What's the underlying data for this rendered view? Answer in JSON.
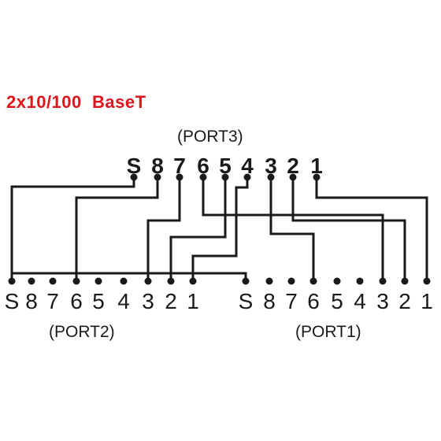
{
  "title": "2x10/100  BaseT",
  "port3": {
    "label": "(PORT3)",
    "pins": [
      "S",
      "8",
      "7",
      "6",
      "5",
      "4",
      "3",
      "2",
      "1"
    ]
  },
  "port2": {
    "label": "(PORT2)",
    "pins": [
      "S",
      "8",
      "7",
      "6",
      "5",
      "4",
      "3",
      "2",
      "1"
    ]
  },
  "port1": {
    "label": "(PORT1)",
    "pins": [
      "S",
      "8",
      "7",
      "6",
      "5",
      "4",
      "3",
      "2",
      "1"
    ]
  },
  "connections": [
    {
      "from": "PORT3.S",
      "to": "PORT2.S"
    },
    {
      "from": "PORT3.8",
      "to": "PORT2.6"
    },
    {
      "from": "PORT3.7",
      "to": "PORT2.3"
    },
    {
      "from": "PORT3.6",
      "to": "PORT1.3"
    },
    {
      "from": "PORT3.5",
      "to": "PORT2.2"
    },
    {
      "from": "PORT3.4",
      "to": "PORT2.1"
    },
    {
      "from": "PORT3.3",
      "to": "PORT1.6"
    },
    {
      "from": "PORT3.2",
      "to": "PORT1.2"
    },
    {
      "from": "PORT3.1",
      "to": "PORT1.1"
    },
    {
      "from": "PORT2.S",
      "to": "PORT1.S"
    }
  ]
}
